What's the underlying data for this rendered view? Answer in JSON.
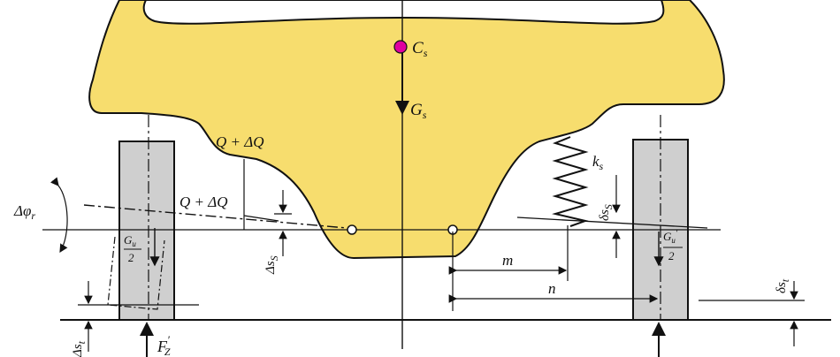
{
  "colors": {
    "body_fill": "#f7dd6e",
    "wheel_fill": "#cfcfcf",
    "cg_dot": "#e000a0",
    "line": "#111111"
  },
  "labels": {
    "cg": {
      "main": "C",
      "sub": "s"
    },
    "body_weight": {
      "main": "G",
      "sub": "s"
    },
    "load_upper": "Q + ΔQ",
    "load_lower": "Q + ΔQ",
    "roll_angle": {
      "main": "Δφ",
      "sub": "r"
    },
    "susp_left": {
      "main": "Δs",
      "sub": "S"
    },
    "susp_right": {
      "main": "δs",
      "sub": "S"
    },
    "spring": {
      "main": "k",
      "sub": "s"
    },
    "dim_m": "m",
    "dim_n": "n",
    "wheel_left": {
      "num_main": "G",
      "num_sub": "u",
      "den": "2"
    },
    "wheel_right": {
      "num_main": "G",
      "num_sub": "u",
      "den": "2",
      "prime": "′"
    },
    "tire_left": {
      "main": "Δs",
      "sub": "t"
    },
    "tire_right": {
      "main": "δs",
      "sub": "t"
    },
    "force_left": {
      "main": "F",
      "sup": "′",
      "sub": "Z"
    }
  }
}
